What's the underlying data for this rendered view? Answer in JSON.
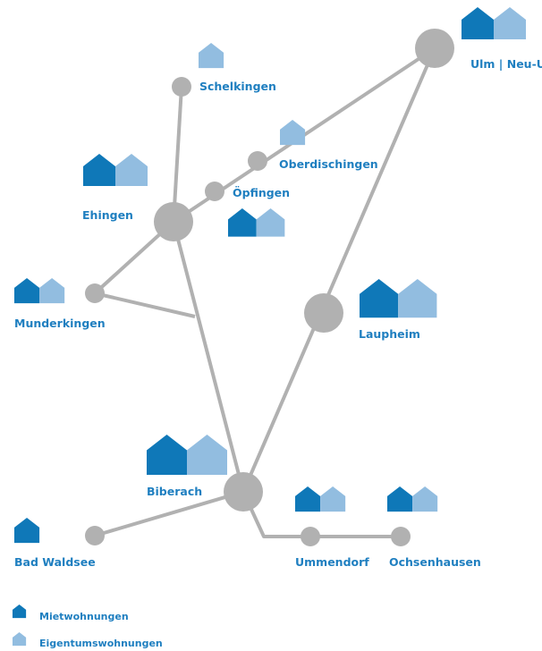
{
  "colors": {
    "rent": "#0f78b8",
    "owned": "#92bde0",
    "network": "#b1b1b1",
    "label": "#1f7fc0"
  },
  "cities": {
    "ulm": {
      "label": "Ulm | Neu-Ulm",
      "rent": true,
      "owned": true
    },
    "schelkingen": {
      "label": "Schelkingen",
      "rent": false,
      "owned": true
    },
    "oberdischingen": {
      "label": "Oberdischingen",
      "rent": false,
      "owned": true
    },
    "oepfingen": {
      "label": "Öpfingen",
      "rent": true,
      "owned": true
    },
    "ehingen": {
      "label": "Ehingen",
      "rent": true,
      "owned": true
    },
    "munderkingen": {
      "label": "Munderkingen",
      "rent": true,
      "owned": true
    },
    "laupheim": {
      "label": "Laupheim",
      "rent": true,
      "owned": true
    },
    "biberach": {
      "label": "Biberach",
      "rent": true,
      "owned": true
    },
    "bad_waldsee": {
      "label": "Bad Waldsee",
      "rent": true,
      "owned": false
    },
    "ummendorf": {
      "label": "Ummendorf",
      "rent": true,
      "owned": true
    },
    "ochsenhausen": {
      "label": "Ochsenhausen",
      "rent": true,
      "owned": true
    }
  },
  "legend": {
    "rent_label": "Mietwohnungen",
    "owned_label": "Eigentumswohnungen",
    "rent_icon": "house-icon-dark",
    "owned_icon": "house-icon-light"
  }
}
